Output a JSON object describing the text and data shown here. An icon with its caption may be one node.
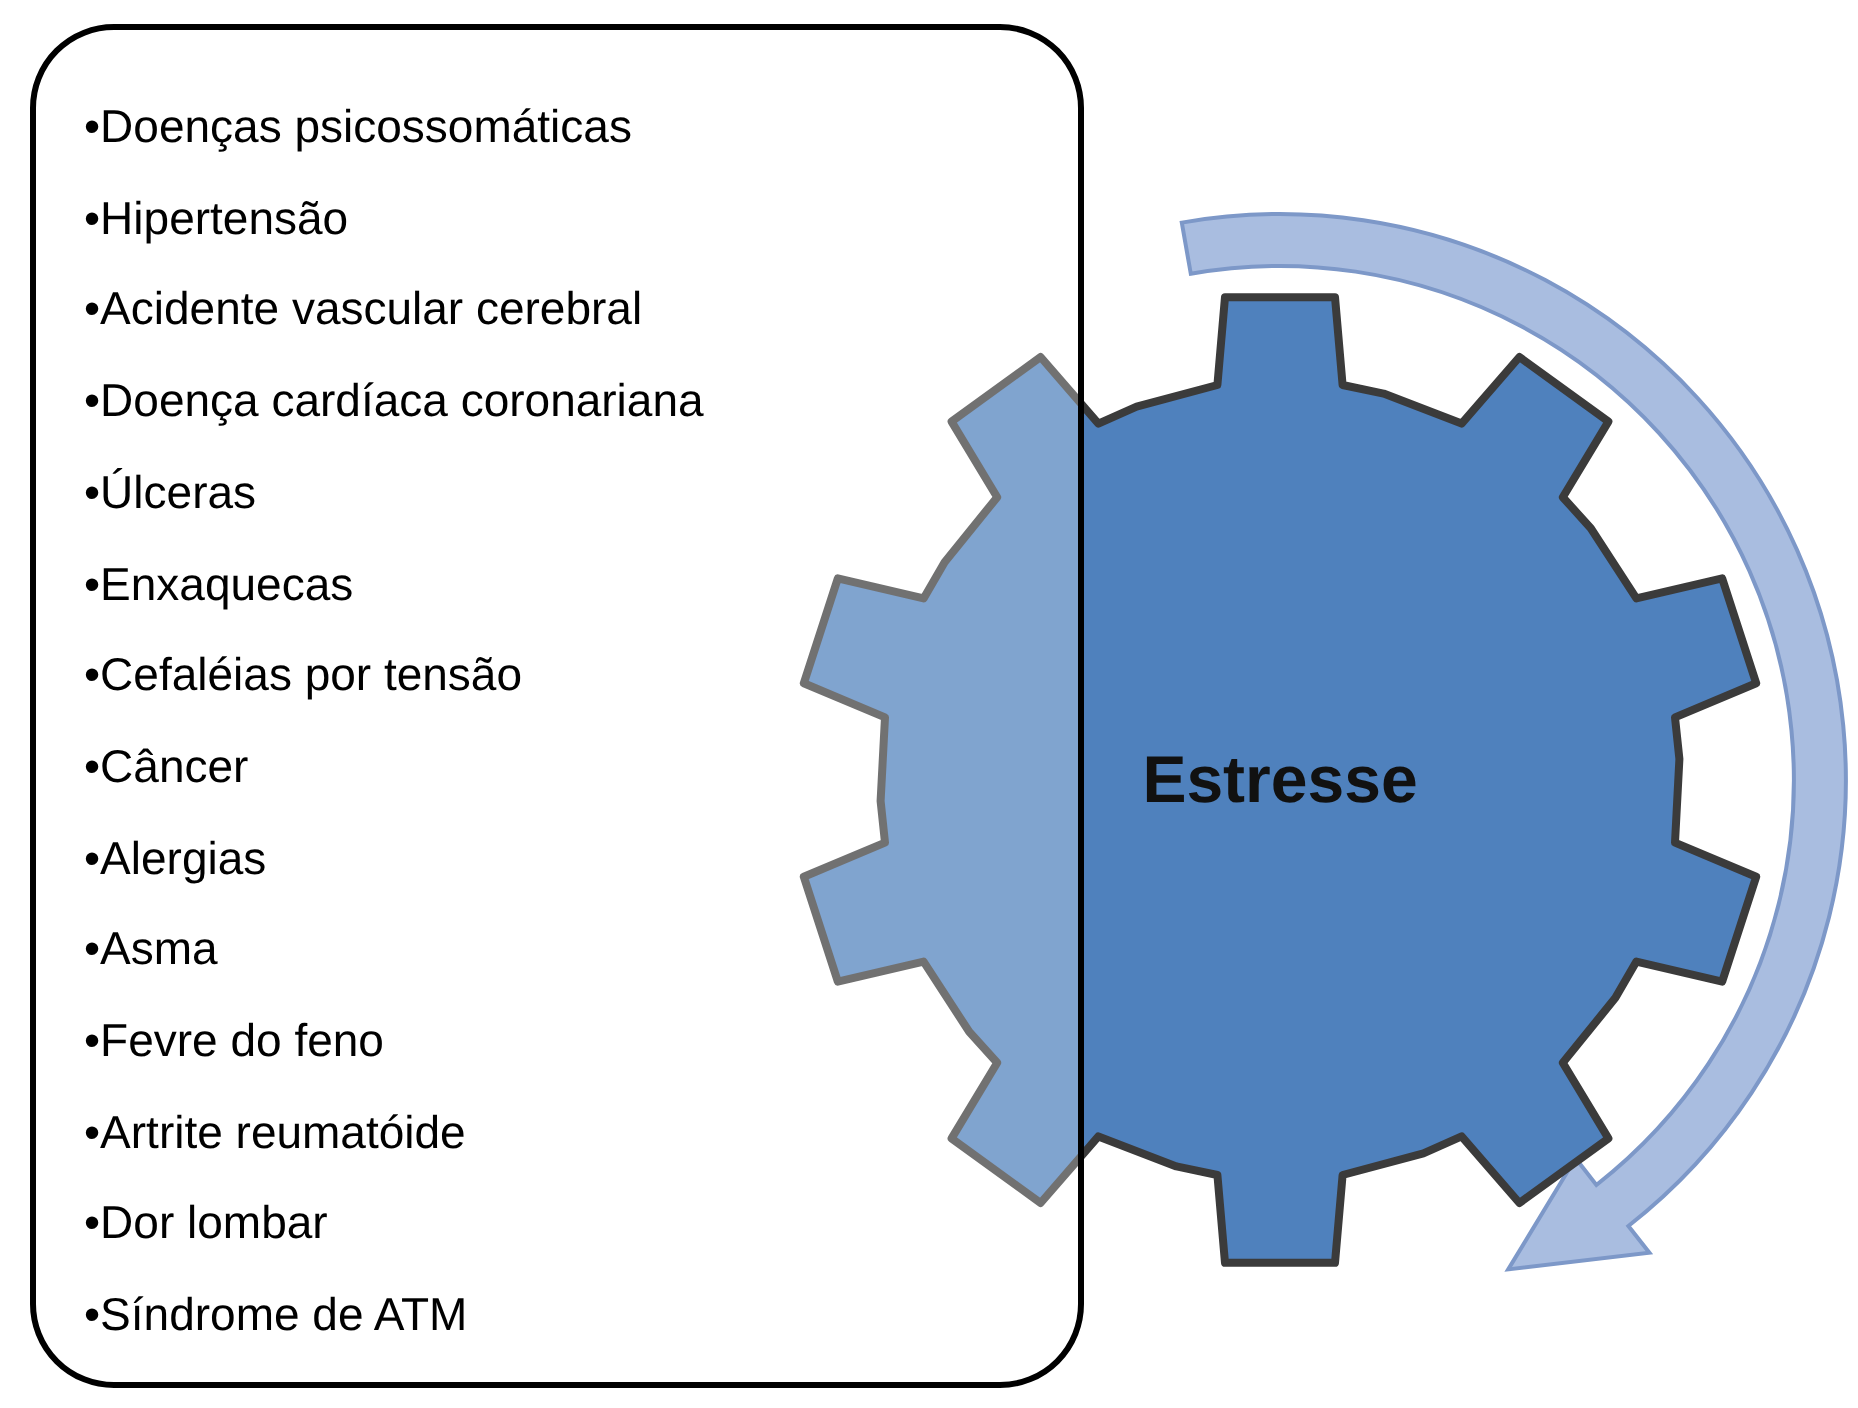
{
  "diagram": {
    "nodes": [
      {
        "text": [
          "•Doenças psicossomáticas",
          "•Hipertensão",
          "•Acidente vascular cerebral",
          "•Doença cardíaca coronariana",
          "•Úlceras",
          "•Enxaquecas",
          "•Cefaléias por tensão",
          "•Câncer",
          "•Alergias",
          "•Asma",
          "•Fevre do feno",
          "•Artrite reumatóide",
          "•Dor lombar",
          "•Síndrome de ATM"
        ]
      },
      {
        "text": [
          "Estresse"
        ]
      }
    ]
  }
}
